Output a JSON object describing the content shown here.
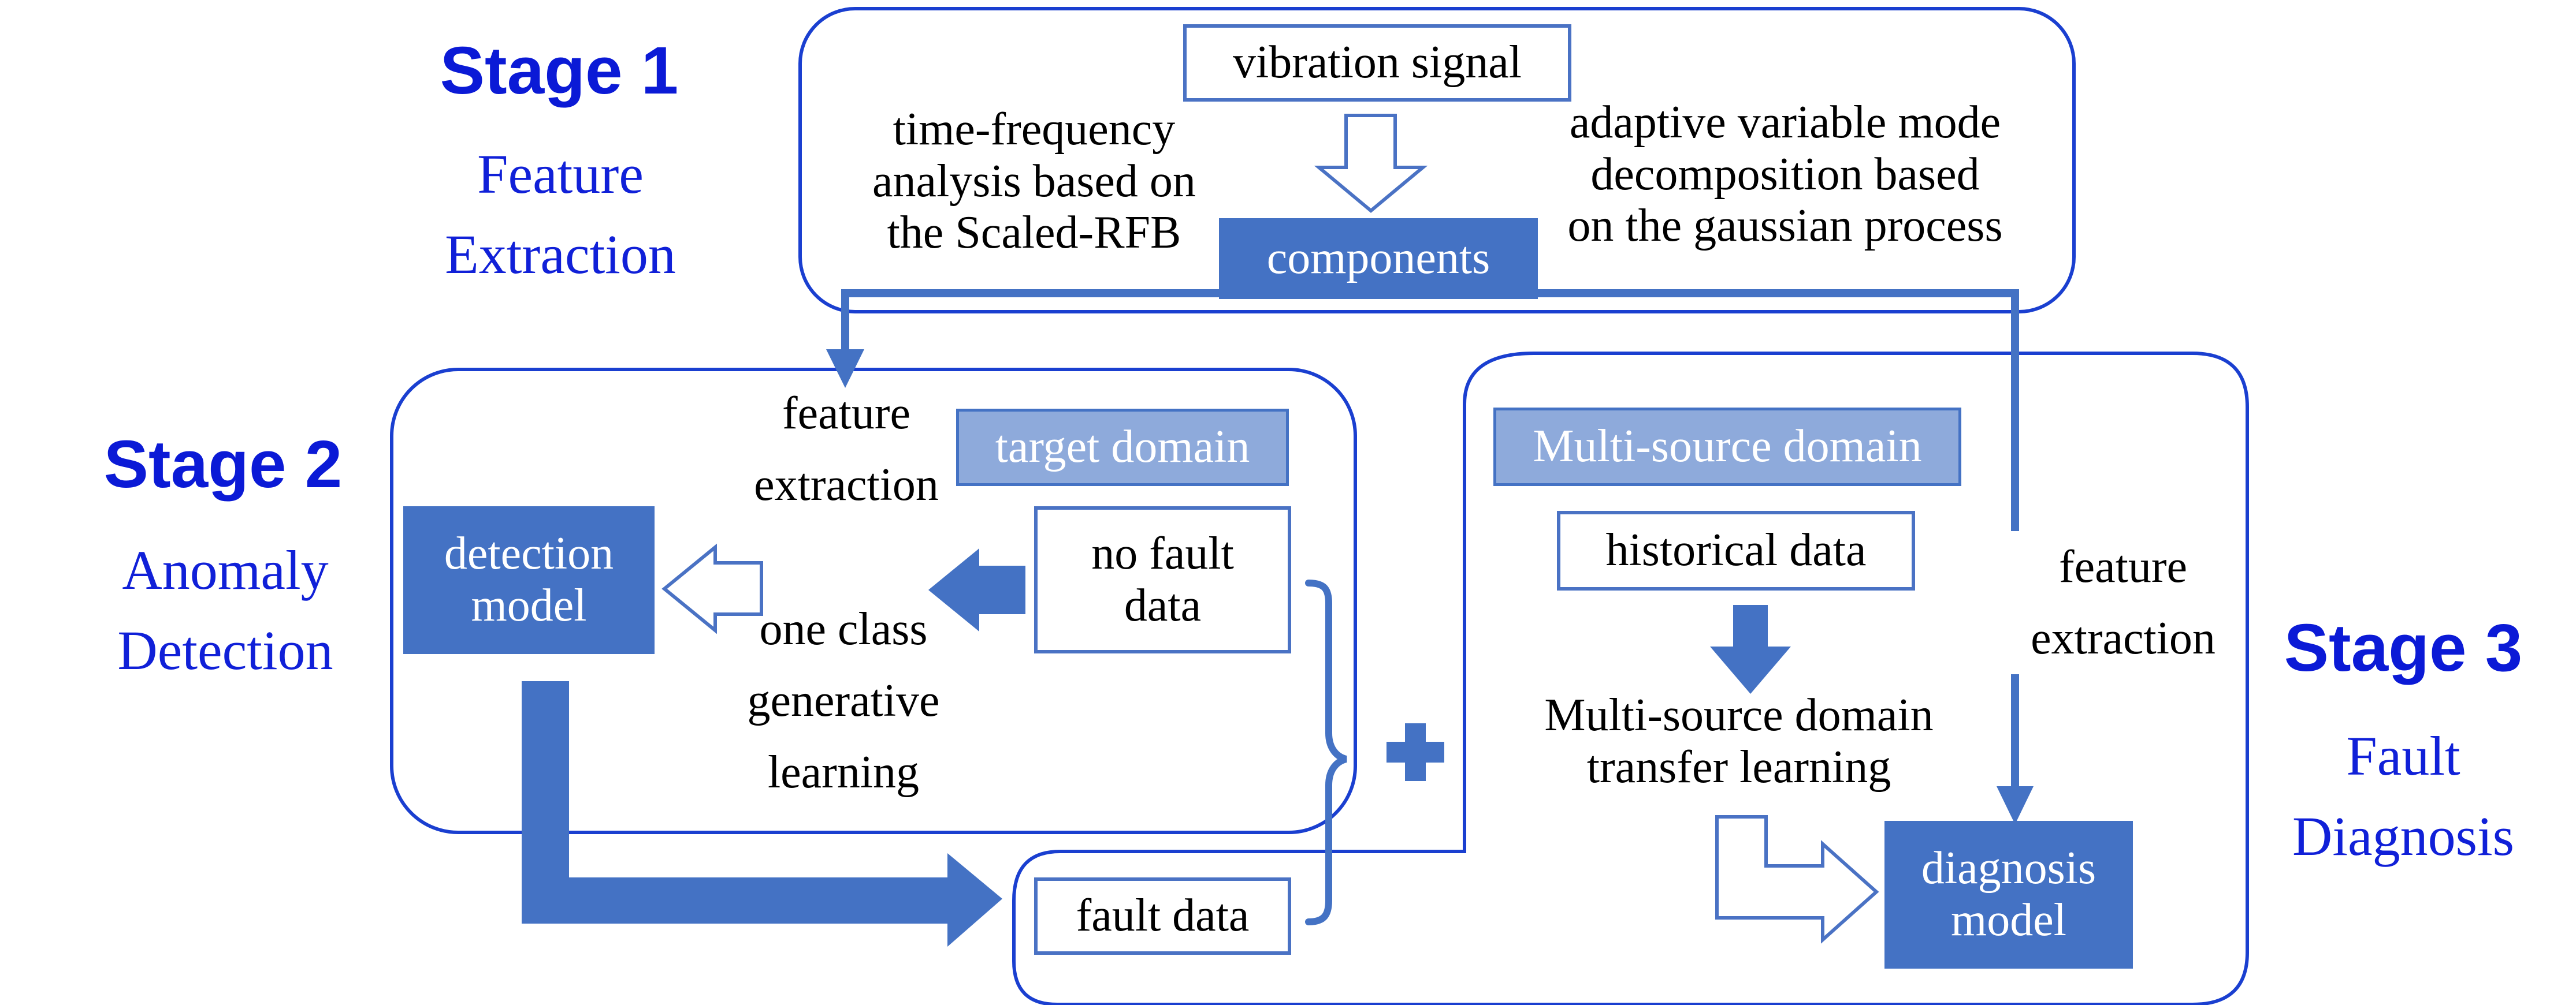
{
  "colors": {
    "stage_title": "#0b1ad6",
    "accent": "#4472c4",
    "accent_light": "#8eaadb",
    "line": "#1a3fd0"
  },
  "stage1": {
    "title": "Stage 1",
    "subtitle_line1": "Feature",
    "subtitle_line2": "Extraction"
  },
  "stage2": {
    "title": "Stage 2",
    "subtitle_line1": "Anomaly",
    "subtitle_line2": "Detection"
  },
  "stage3": {
    "title": "Stage 3",
    "subtitle_line1": "Fault",
    "subtitle_line2": "Diagnosis"
  },
  "feature_extraction_panel": {
    "vibration_signal": "vibration signal",
    "tf_analysis": [
      "time-frequency",
      "analysis based on",
      "the Scaled-RFB"
    ],
    "components": "components",
    "avmd": [
      "adaptive variable mode",
      "decomposition based",
      "on the gaussian process"
    ]
  },
  "anomaly_panel": {
    "feature_extraction": [
      "feature",
      "extraction"
    ],
    "target_domain": "target domain",
    "detection_model": [
      "detection",
      "model"
    ],
    "no_fault_data": [
      "no fault",
      "data"
    ],
    "one_class": [
      "one class",
      "generative",
      "learning"
    ]
  },
  "fault_data": "fault data",
  "plus_icon": "plus-icon",
  "diagnosis_panel": {
    "multi_source_domain": "Multi-source domain",
    "historical_data": "historical data",
    "transfer_learning": [
      "Multi-source domain",
      "transfer learning"
    ],
    "diagnosis_model": [
      "diagnosis",
      "model"
    ],
    "feature_extraction": [
      "feature",
      "extraction"
    ]
  }
}
